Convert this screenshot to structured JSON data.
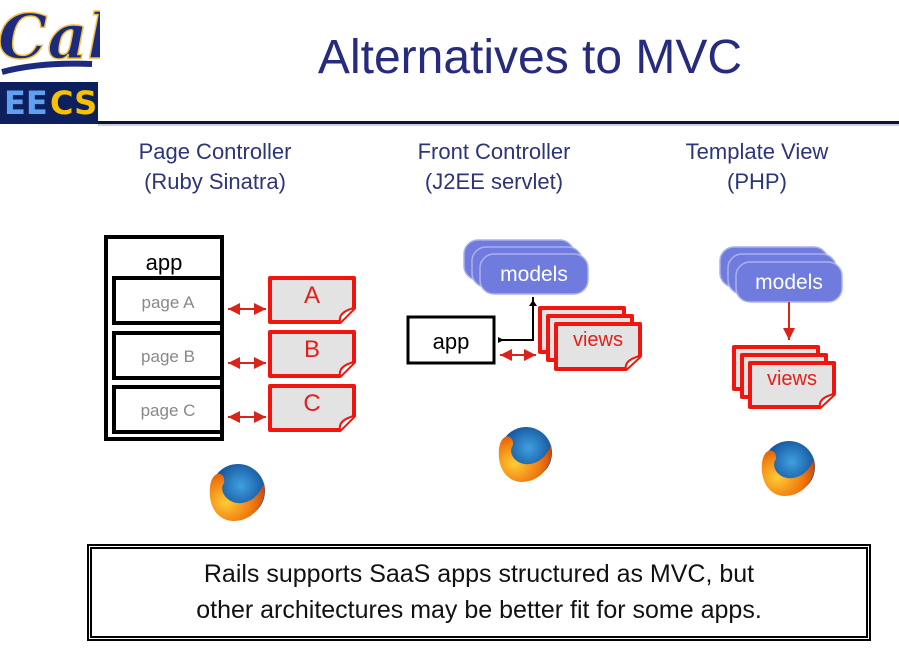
{
  "slide": {
    "title": "Alternatives to MVC",
    "logo": {
      "top_text": "Cal",
      "bottom_text_a": "EE",
      "bottom_text_b": "CS"
    },
    "columns": [
      {
        "heading": "Page Controller",
        "subheading": "(Ruby Sinatra)"
      },
      {
        "heading": "Front Controller",
        "subheading": "(J2EE servlet)"
      },
      {
        "heading": "Template View",
        "subheading": "(PHP)"
      }
    ],
    "page_controller": {
      "app_label": "app",
      "pages": [
        "page A",
        "page B",
        "page C"
      ],
      "views": [
        "A",
        "B",
        "C"
      ],
      "browser_icon": "firefox-icon"
    },
    "front_controller": {
      "models_label": "models",
      "app_label": "app",
      "views_label": "views",
      "browser_icon": "firefox-icon"
    },
    "template_view": {
      "models_label": "models",
      "views_label": "views",
      "browser_icon": "firefox-icon"
    },
    "footer_note": {
      "line1": "Rails supports SaaS apps structured as MVC, but",
      "line2": "other architectures may be better fit for some apps."
    }
  },
  "colors": {
    "title": "#262b7e",
    "model_fill": "#6f7bdd",
    "view_stroke": "#f0160f",
    "view_fill": "#e3e3e3",
    "arrow_red": "#d8241b",
    "eecs_bg": "#0d1f5c",
    "ee_blue": "#5fa0f0",
    "cs_gold": "#f7c100"
  }
}
